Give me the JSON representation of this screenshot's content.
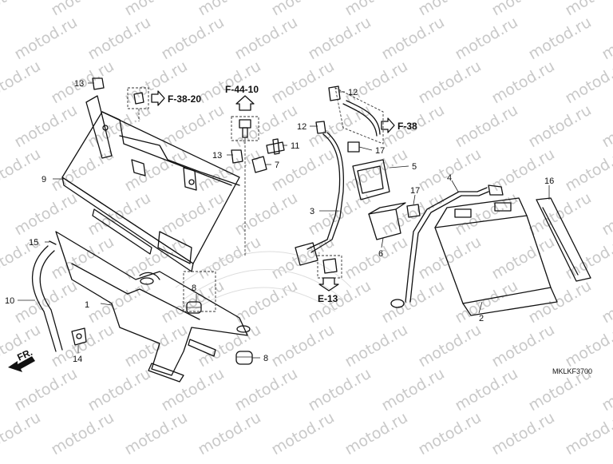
{
  "diagram": {
    "watermark": "motod.ru",
    "drawing_code": "MKLKF3700",
    "direction_label": "FR.",
    "callouts": {
      "c1": "1",
      "c2": "2",
      "c3": "3",
      "c4": "4",
      "c5": "5",
      "c6": "6",
      "c7": "7",
      "c8a": "8",
      "c8b": "8",
      "c9": "9",
      "c10": "10",
      "c11": "11",
      "c12a": "12",
      "c12b": "12",
      "c13a": "13",
      "c13b": "13",
      "c14": "14",
      "c15": "15",
      "c16": "16",
      "c17a": "17",
      "c17b": "17"
    },
    "references": {
      "r1": "F-38-20",
      "r2": "F-44-10",
      "r3": "F-38",
      "r4": "E-13"
    }
  }
}
